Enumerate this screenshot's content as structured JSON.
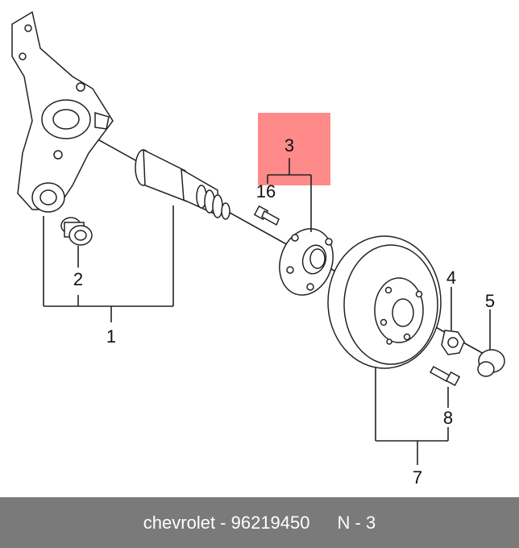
{
  "callouts": {
    "c1": "1",
    "c2": "2",
    "c3": "3",
    "c4": "4",
    "c5": "5",
    "c7": "7",
    "c8": "8",
    "c16": "16"
  },
  "footer": {
    "brand_part": "chevrolet - 96219450",
    "page_ref": "N - 3"
  },
  "colors": {
    "highlight": "#ff8a8a",
    "footer_bg": "#7a7a7a",
    "line": "#222222"
  }
}
